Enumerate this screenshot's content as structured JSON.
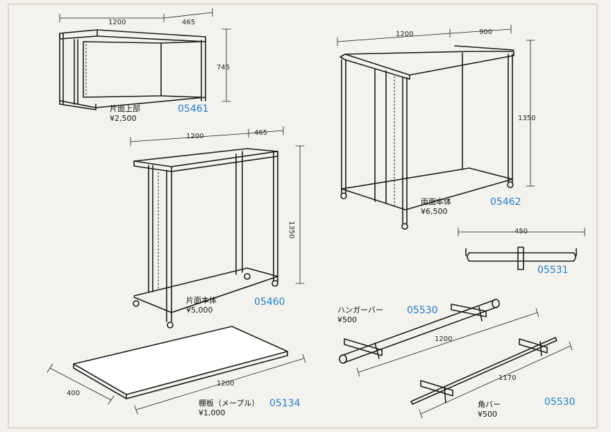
{
  "products": [
    {
      "name": "片面上部",
      "price": "¥2,500",
      "code": "05461",
      "dims": {
        "width": "1200",
        "depth": "465",
        "height": "745"
      }
    },
    {
      "name": "片面本体",
      "price": "¥5,000",
      "code": "05460",
      "dims": {
        "width": "1200",
        "depth": "465",
        "height": "1350"
      }
    },
    {
      "name": "両面本体",
      "price": "¥6,500",
      "code": "05462",
      "dims": {
        "width": "1200",
        "depth": "900",
        "height": "1350"
      }
    },
    {
      "name": "",
      "price": "",
      "code": "05531",
      "dims": {
        "width": "450"
      }
    },
    {
      "name": "ハンガーバー",
      "price": "¥500",
      "code": "05530",
      "dims": {
        "width": "1200"
      }
    },
    {
      "name": "角バー",
      "price": "¥500",
      "code": "05530",
      "dims": {
        "width": "1170"
      }
    },
    {
      "name": "棚板（メープル）",
      "price": "¥1,000",
      "code": "05134",
      "dims": {
        "width": "1200",
        "depth": "400"
      }
    }
  ]
}
